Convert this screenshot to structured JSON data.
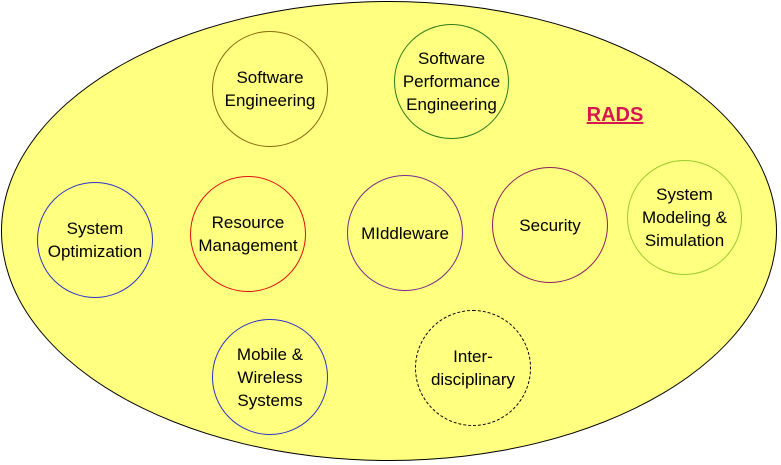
{
  "diagram": {
    "title": "RADS",
    "title_color": "#d6164f",
    "container_fill": "#ffff80",
    "nodes": [
      {
        "label": "Software\nEngineering",
        "border_color": "#8b6a10",
        "dashed": false
      },
      {
        "label": "Software\nPerformance\nEngineering",
        "border_color": "#2f7d1a",
        "dashed": false
      },
      {
        "label": "System\nOptimization",
        "border_color": "#2b35c8",
        "dashed": false
      },
      {
        "label": "Resource\nManagement",
        "border_color": "#e01010",
        "dashed": false
      },
      {
        "label": "MIddleware",
        "border_color": "#7a2a8c",
        "dashed": false
      },
      {
        "label": "Security",
        "border_color": "#8a2060",
        "dashed": false
      },
      {
        "label": "System\nModeling &\nSimulation",
        "border_color": "#9acc2a",
        "dashed": false
      },
      {
        "label": "Mobile &\nWireless\nSystems",
        "border_color": "#2b35c8",
        "dashed": false
      },
      {
        "label": "Inter-\ndisciplinary",
        "border_color": "#000000",
        "dashed": true
      }
    ]
  }
}
